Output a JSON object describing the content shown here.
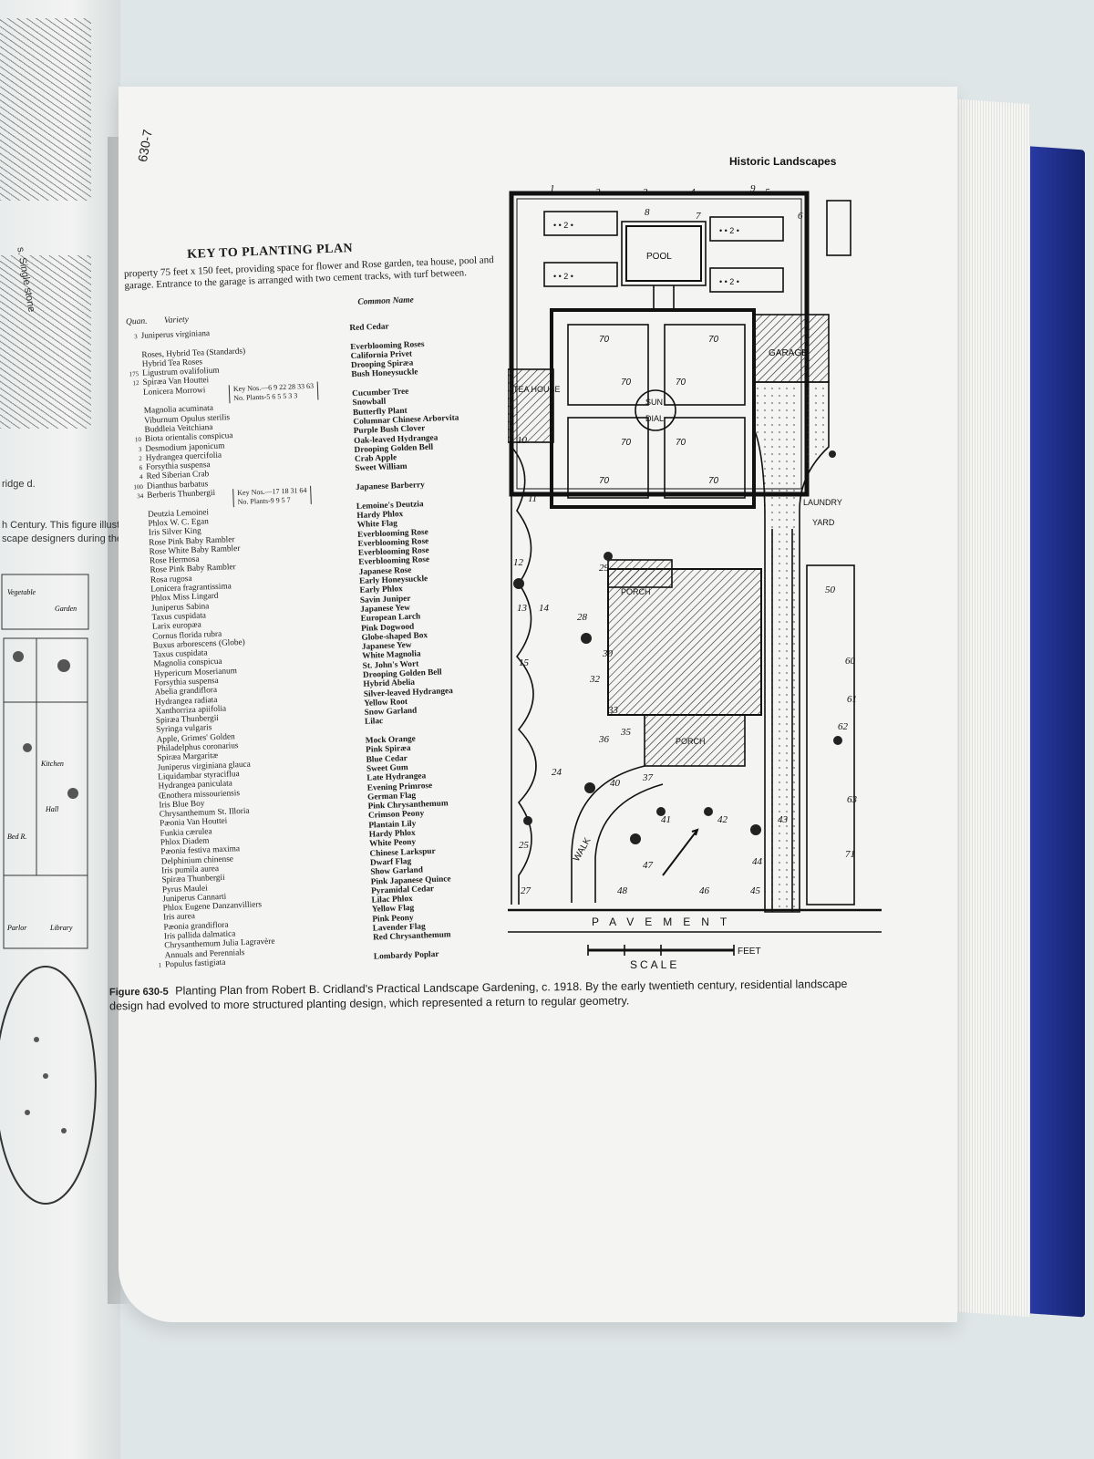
{
  "running_head": "Historic Landscapes",
  "page_number": "630-7",
  "left_page": {
    "fragments": [
      "s. Single stone",
      "ridge d.",
      "h Century. This figure illustrates",
      "scape designers during the nineteenth",
      "Vegetable",
      "Garden",
      "Parlor",
      "Library",
      "Kitchen",
      "Hall",
      "Bed R."
    ]
  },
  "key": {
    "title": "KEY TO PLANTING PLAN",
    "intro": "property 75 feet x 150 feet, providing space for flower and Rose garden, tea house, pool and garage. Entrance to the garage is arranged with two cement tracks, with turf between.",
    "col_qty": "Quan.",
    "col_variety": "Variety",
    "col_common": "Common Name",
    "sub_table_1": {
      "key_label": "Key Nos.",
      "key_values": "6  9  22  28  33  63",
      "plants_label": "No. Plants",
      "plants_values": "5  6  5  5  3  3"
    },
    "sub_table_2": {
      "key_label": "Key Nos.",
      "key_values": "17  18  31  64",
      "plants_label": "No. Plants",
      "plants_values": "9  9  5  7"
    },
    "rows": [
      {
        "q": "3",
        "v": "Juniperus virginiana",
        "c": "Red Cedar"
      },
      {
        "q": "",
        "v": "",
        "c": ""
      },
      {
        "q": "",
        "v": "Roses, Hybrid Tea (Standards)",
        "c": "Everblooming Roses"
      },
      {
        "q": "",
        "v": "Hybrid Tea Roses",
        "c": "California Privet"
      },
      {
        "q": "175",
        "v": "Ligustrum ovalifolium",
        "c": "Drooping Spiræa"
      },
      {
        "q": "12",
        "v": "Spiræa Van Houttei",
        "c": "Bush Honeysuckle"
      },
      {
        "q": "",
        "v": "Lonicera Morrowi",
        "c": ""
      },
      {
        "q": "",
        "v": "",
        "c": "Cucumber Tree"
      },
      {
        "q": "",
        "v": "Magnolia acuminata",
        "c": "Snowball"
      },
      {
        "q": "",
        "v": "Viburnum Opulus sterilis",
        "c": "Butterfly Plant"
      },
      {
        "q": "",
        "v": "Buddleia Veitchiana",
        "c": "Columnar Chinese Arborvita"
      },
      {
        "q": "10",
        "v": "Biota orientalis conspicua",
        "c": "Purple Bush Clover"
      },
      {
        "q": "3",
        "v": "Desmodium japonicum",
        "c": "Oak-leaved Hydrangea"
      },
      {
        "q": "2",
        "v": "Hydrangea quercifolia",
        "c": "Drooping Golden Bell"
      },
      {
        "q": "6",
        "v": "Forsythia suspensa",
        "c": "Crab Apple"
      },
      {
        "q": "4",
        "v": "Red Siberian Crab",
        "c": "Sweet William"
      },
      {
        "q": "100",
        "v": "Dianthus barbatus",
        "c": ""
      },
      {
        "q": "34",
        "v": "Berberis Thunbergii",
        "c": "Japanese Barberry"
      },
      {
        "q": "",
        "v": "",
        "c": ""
      },
      {
        "q": "",
        "v": "Deutzia Lemoinei",
        "c": "Lemoine's Deutzia"
      },
      {
        "q": "",
        "v": "Phlox W. C. Egan",
        "c": "Hardy Phlox"
      },
      {
        "q": "",
        "v": "Iris Silver King",
        "c": "White Flag"
      },
      {
        "q": "",
        "v": "Rose Pink Baby Rambler",
        "c": "Everblooming Rose"
      },
      {
        "q": "",
        "v": "Rose White Baby Rambler",
        "c": "Everblooming Rose"
      },
      {
        "q": "",
        "v": "Rose Hermosa",
        "c": "Everblooming Rose"
      },
      {
        "q": "",
        "v": "Rose Pink Baby Rambler",
        "c": "Everblooming Rose"
      },
      {
        "q": "",
        "v": "Rosa rugosa",
        "c": "Japanese Rose"
      },
      {
        "q": "",
        "v": "Lonicera fragrantissima",
        "c": "Early Honeysuckle"
      },
      {
        "q": "",
        "v": "Phlox Miss Lingard",
        "c": "Early Phlox"
      },
      {
        "q": "",
        "v": "Juniperus Sabina",
        "c": "Savin Juniper"
      },
      {
        "q": "",
        "v": "Taxus cuspidata",
        "c": "Japanese Yew"
      },
      {
        "q": "",
        "v": "Larix europæa",
        "c": "European Larch"
      },
      {
        "q": "",
        "v": "Cornus florida rubra",
        "c": "Pink Dogwood"
      },
      {
        "q": "",
        "v": "Buxus arborescens (Globe)",
        "c": "Globe-shaped Box"
      },
      {
        "q": "",
        "v": "Taxus cuspidata",
        "c": "Japanese Yew"
      },
      {
        "q": "",
        "v": "Magnolia conspicua",
        "c": "White Magnolia"
      },
      {
        "q": "",
        "v": "Hypericum Moserianum",
        "c": "St. John's Wort"
      },
      {
        "q": "",
        "v": "Forsythia suspensa",
        "c": "Drooping Golden Bell"
      },
      {
        "q": "",
        "v": "Abelia grandiflora",
        "c": "Hybrid Abelia"
      },
      {
        "q": "",
        "v": "Hydrangea radiata",
        "c": "Silver-leaved Hydrangea"
      },
      {
        "q": "",
        "v": "Xanthorriza apiifolia",
        "c": "Yellow Root"
      },
      {
        "q": "",
        "v": "Spiræa Thunbergii",
        "c": "Snow Garland"
      },
      {
        "q": "",
        "v": "Syringa vulgaris",
        "c": "Lilac"
      },
      {
        "q": "",
        "v": "Apple, Grimes' Golden",
        "c": ""
      },
      {
        "q": "",
        "v": "Philadelphus coronarius",
        "c": "Mock Orange"
      },
      {
        "q": "",
        "v": "Spiræa Margaritæ",
        "c": "Pink Spiræa"
      },
      {
        "q": "",
        "v": "Juniperus virginiana glauca",
        "c": "Blue Cedar"
      },
      {
        "q": "",
        "v": "Liquidambar styraciflua",
        "c": "Sweet Gum"
      },
      {
        "q": "",
        "v": "Hydrangea paniculata",
        "c": "Late Hydrangea"
      },
      {
        "q": "",
        "v": "Œnothera missouriensis",
        "c": "Evening Primrose"
      },
      {
        "q": "",
        "v": "Iris Blue Boy",
        "c": "German Flag"
      },
      {
        "q": "",
        "v": "Chrysanthemum St. Illoria",
        "c": "Pink Chrysanthemum"
      },
      {
        "q": "",
        "v": "Pæonia Van Houttei",
        "c": "Crimson Peony"
      },
      {
        "q": "",
        "v": "Funkia cærulea",
        "c": "Plantain Lily"
      },
      {
        "q": "",
        "v": "Phlox Diadem",
        "c": "Hardy Phlox"
      },
      {
        "q": "",
        "v": "Pæonia festiva maxima",
        "c": "White Peony"
      },
      {
        "q": "",
        "v": "Delphinium chinense",
        "c": "Chinese Larkspur"
      },
      {
        "q": "",
        "v": "Iris pumila aurea",
        "c": "Dwarf Flag"
      },
      {
        "q": "",
        "v": "Spiræa Thunbergii",
        "c": "Show Garland"
      },
      {
        "q": "",
        "v": "Pyrus Maulei",
        "c": "Pink Japanese Quince"
      },
      {
        "q": "",
        "v": "Juniperus Cannarti",
        "c": "Pyramidal Cedar"
      },
      {
        "q": "",
        "v": "Phlox Eugene Danzanvilliers",
        "c": "Lilac Phlox"
      },
      {
        "q": "",
        "v": "Iris aurea",
        "c": "Yellow Flag"
      },
      {
        "q": "",
        "v": "Pæonia grandiflora",
        "c": "Pink Peony"
      },
      {
        "q": "",
        "v": "Iris pallida dalmatica",
        "c": "Lavender Flag"
      },
      {
        "q": "",
        "v": "Chrysanthemum Julia Lagravère",
        "c": "Red Chrysanthemum"
      },
      {
        "q": "",
        "v": "Annuals and Perennials",
        "c": ""
      },
      {
        "q": "1",
        "v": "Populus fastigiata",
        "c": "Lombardy Poplar"
      }
    ]
  },
  "plan": {
    "labels": {
      "pool": "POOL",
      "garage": "GARAGE",
      "tea_house": "TEA HOUSE",
      "sun": "SUN",
      "dial": "DIAL",
      "laundry": "LAUNDRY",
      "yard": "YARD",
      "porch": "PORCH",
      "walk": "WALK",
      "pavement": "PAVEMENT",
      "scale": "SCALE",
      "feet": "FEET",
      "bed_mark": "• • 2 •",
      "seventy": "70"
    },
    "numbers": [
      "1",
      "2",
      "3",
      "4",
      "5",
      "6",
      "7",
      "8",
      "9",
      "10",
      "11",
      "12",
      "13",
      "14",
      "15",
      "24",
      "25",
      "27",
      "28",
      "29",
      "30",
      "32",
      "33",
      "35",
      "36",
      "37",
      "40",
      "41",
      "42",
      "43",
      "44",
      "45",
      "46",
      "47",
      "48",
      "50",
      "60",
      "61",
      "62",
      "63",
      "71"
    ]
  },
  "caption": {
    "figure": "Figure 630-5",
    "text": "Planting Plan from Robert B. Cridland's Practical Landscape Gardening, c. 1918.  By the early twentieth century, residential landscape design had evolved to more structured planting design, which represented a return to regular geometry."
  }
}
